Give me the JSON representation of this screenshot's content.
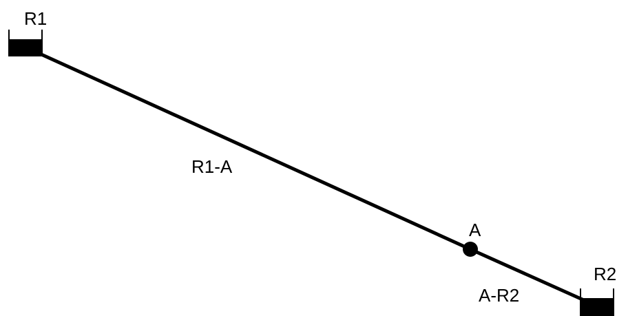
{
  "diagram": {
    "nodes": {
      "r1": {
        "label": "R1",
        "kind": "reservoir"
      },
      "a": {
        "label": "A",
        "kind": "junction"
      },
      "r2": {
        "label": "R2",
        "kind": "reservoir"
      }
    },
    "pipes": {
      "r1_a": {
        "label": "R1-A"
      },
      "a_r2": {
        "label": "A-R2"
      }
    },
    "colors": {
      "line": "#000000",
      "background": "#ffffff"
    }
  }
}
